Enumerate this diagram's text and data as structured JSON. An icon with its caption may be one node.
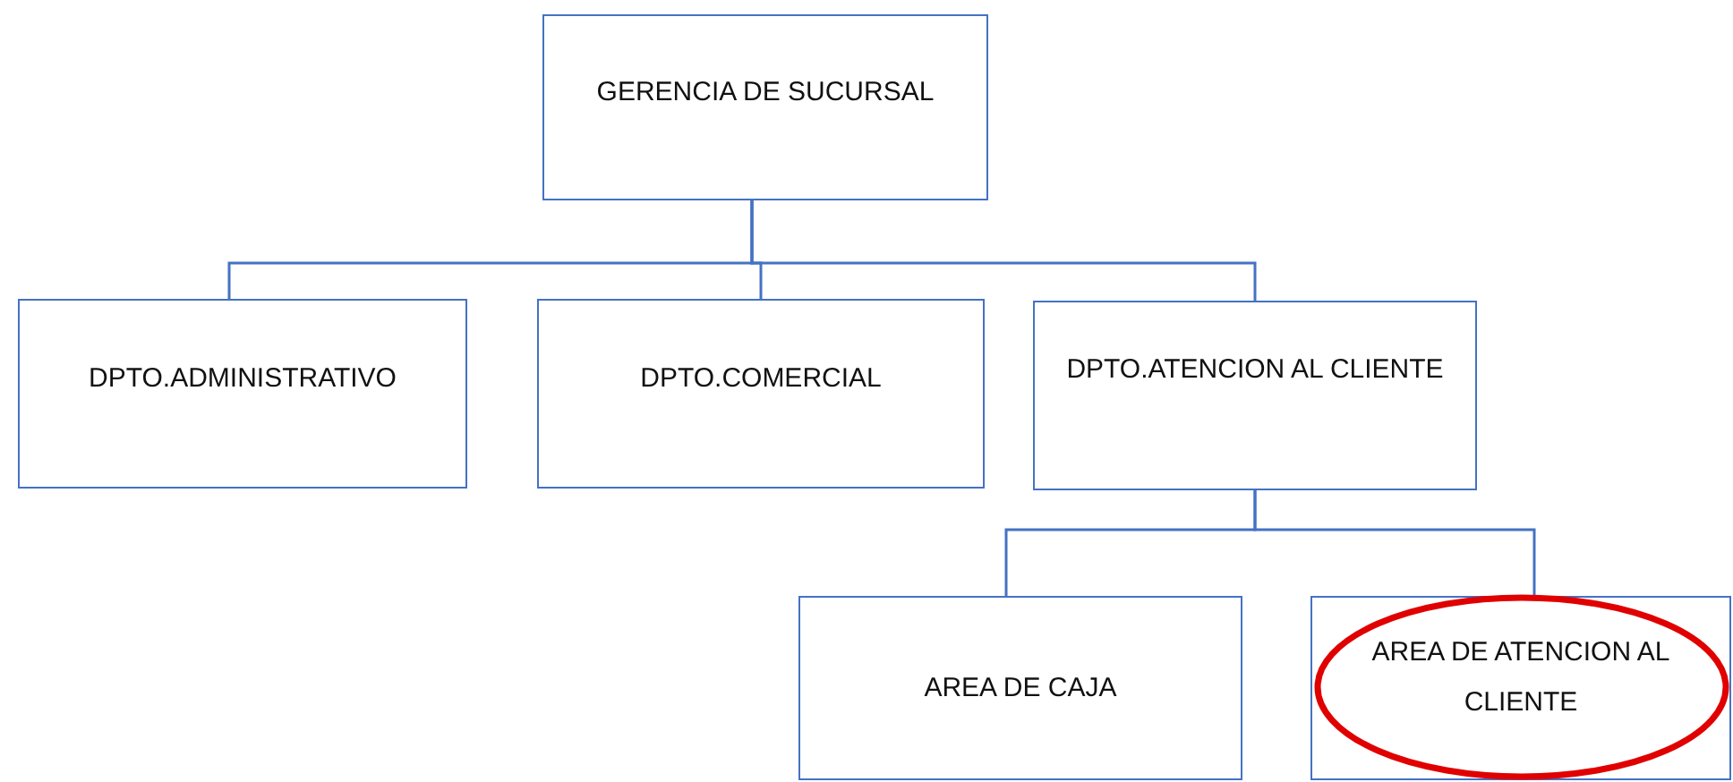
{
  "diagram": {
    "nodes": [
      {
        "text": [
          "GERENCIA DE SUCURSAL"
        ]
      },
      {
        "text": [
          "DPTO.ADMINISTRATIVO"
        ]
      },
      {
        "text": [
          "DPTO.COMERCIAL"
        ]
      },
      {
        "text": [
          "DPTO.ATENCION AL CLIENTE"
        ]
      },
      {
        "text": [
          "AREA DE CAJA"
        ]
      },
      {
        "text": [
          "AREA DE ATENCION AL CLIENTE"
        ]
      }
    ],
    "edges": [
      {
        "from": 0,
        "to": 1,
        "arrow": "none"
      },
      {
        "from": 0,
        "to": 2,
        "arrow": "none"
      },
      {
        "from": 0,
        "to": 3,
        "arrow": "none"
      },
      {
        "from": 3,
        "to": 4,
        "arrow": "none"
      },
      {
        "from": 3,
        "to": 5,
        "arrow": "none"
      }
    ]
  }
}
